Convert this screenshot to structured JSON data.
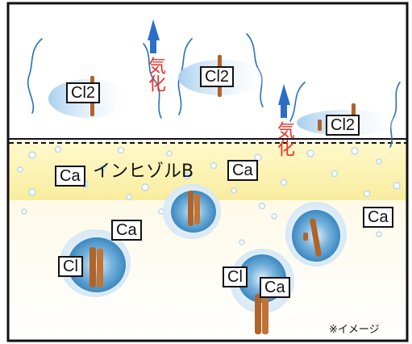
{
  "labels": {
    "cl2_a": "Cl2",
    "cl2_b": "Cl2",
    "cl2_c": "Cl2",
    "ca_1": "Ca",
    "ca_2": "Ca",
    "ca_3": "Ca",
    "ca_4": "Ca",
    "ca_5": "Ca",
    "cl_1": "Cl",
    "cl_2": "Cl",
    "vaporize_1": "気化",
    "vaporize_2": "気化",
    "band_title": "インヒゾルB",
    "note": "※イメージ"
  },
  "colors": {
    "border": "#111111",
    "band": "#fcf3b4",
    "arrow": "#2b6ec8",
    "red_text": "#e8322a",
    "stick": "#b0642a",
    "bubble_outer": "#c4dff2",
    "bubble_inner": "#3f8fc6"
  }
}
